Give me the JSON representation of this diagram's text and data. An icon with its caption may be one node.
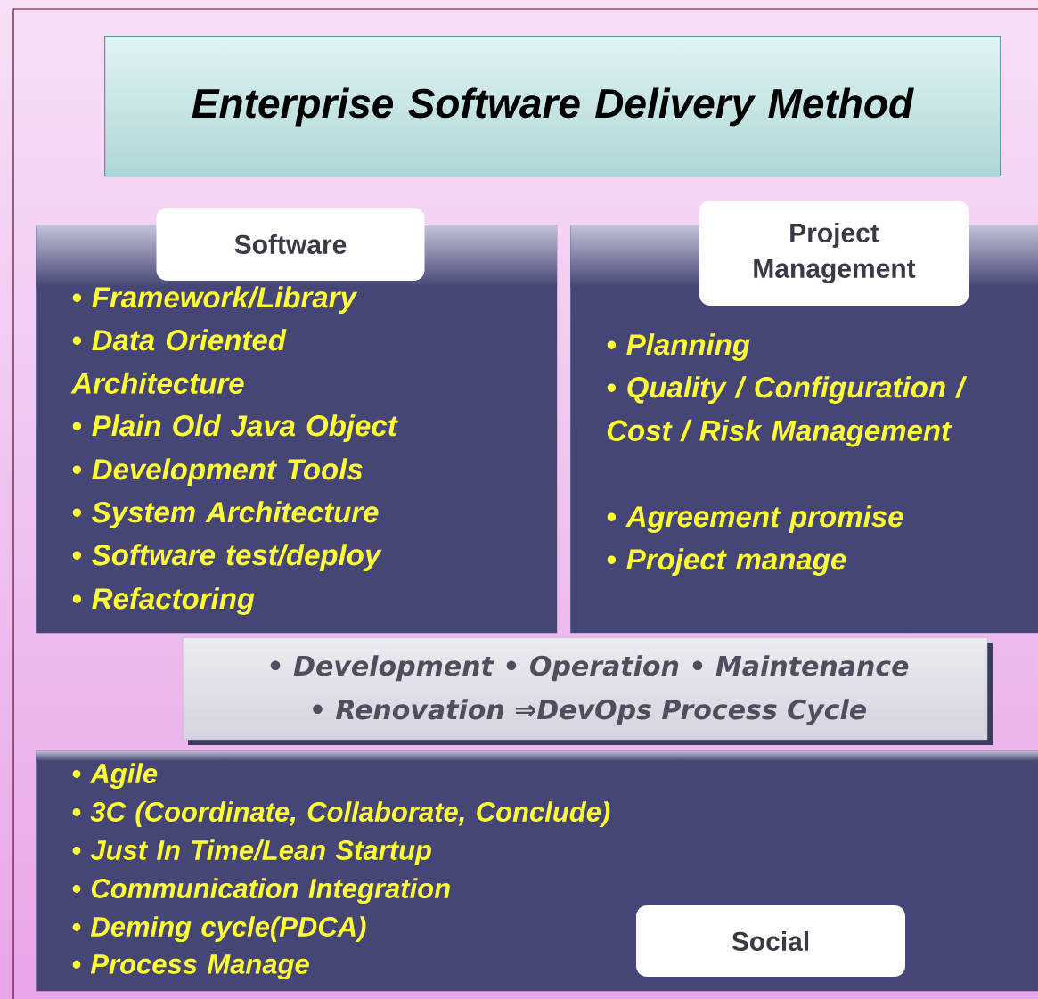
{
  "diagram": {
    "nodes": [
      {
        "text": [
          "Enterprise Software Delivery Method"
        ]
      },
      {
        "text": [
          "Software",
          "• Framework/Library",
          "• Data Oriented Architecture",
          "• Plain Old Java Object",
          "• Development Tools",
          "• System Architecture",
          "• Software test/deploy",
          "• Refactoring"
        ]
      },
      {
        "text": [
          "Project Management",
          "• Planning",
          "• Quality / Configuration / Cost / Risk Management",
          "• Agreement promise",
          "• Project manage"
        ]
      },
      {
        "text": [
          "• Development • Operation • Maintenance",
          "• Renovation ⇒DevOps Process Cycle"
        ]
      },
      {
        "text": [
          "Social",
          "• Agile",
          "• 3C (Coordinate, Collaborate, Conclude)",
          "• Just In Time/Lean Startup",
          "• Communication Integration",
          "• Deming cycle(PDCA)",
          "• Process Manage"
        ]
      }
    ]
  }
}
